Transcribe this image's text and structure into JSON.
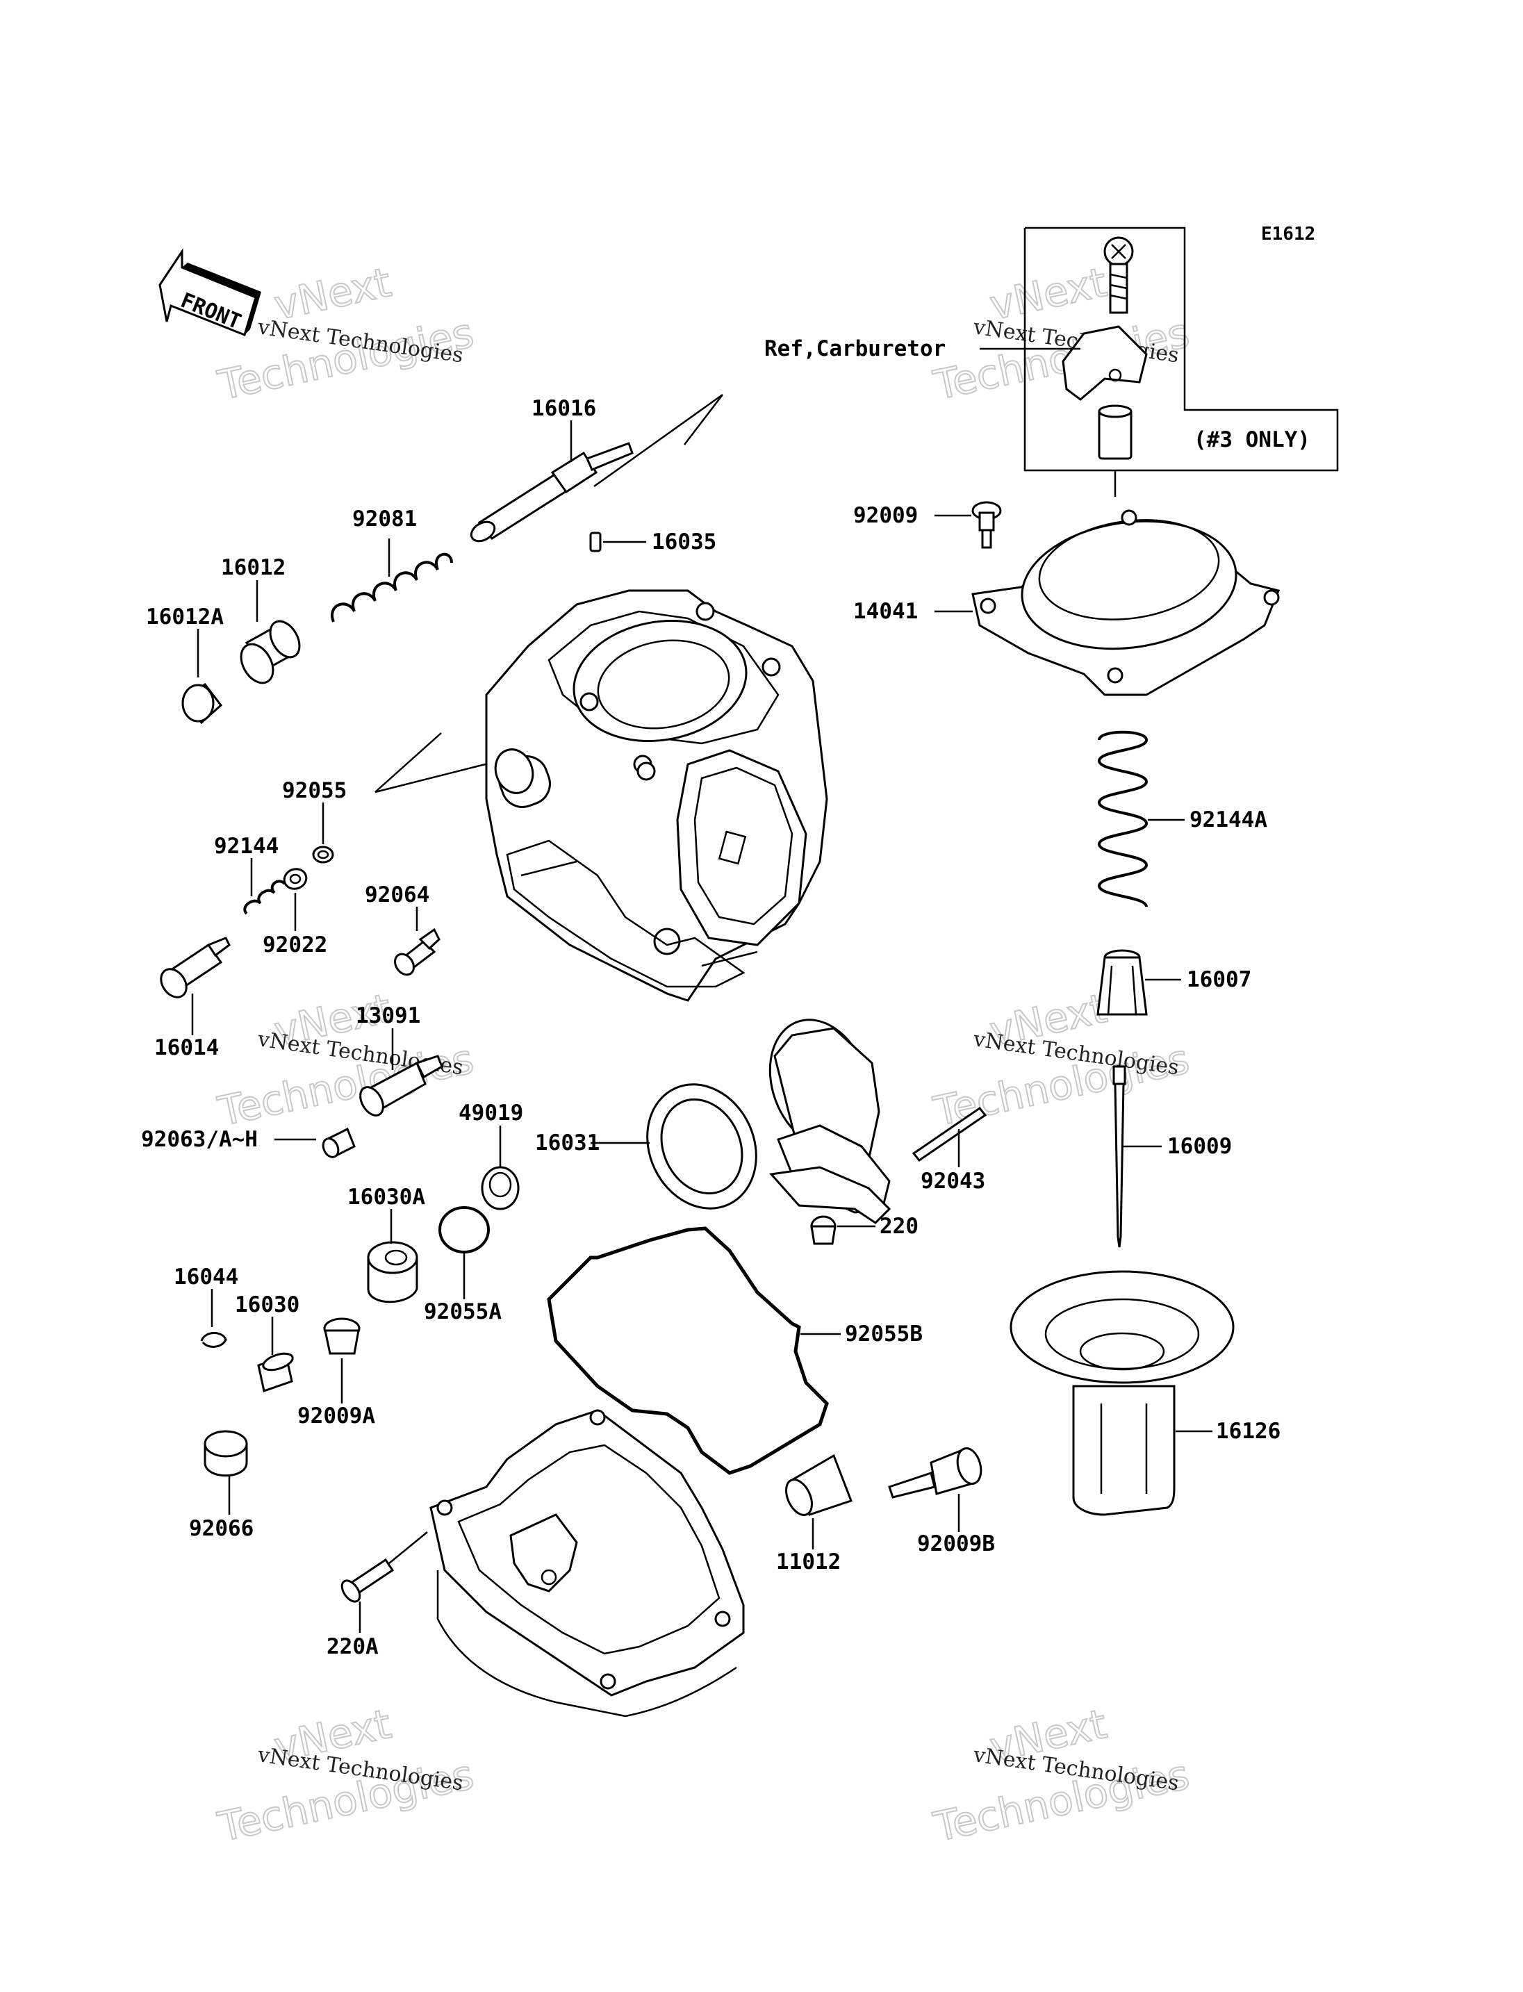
{
  "diagram_code": "E1612",
  "front_label": "FRONT",
  "ref_label": "Ref,Carburetor",
  "note_label": "(#3 ONLY)",
  "watermarks": {
    "line1": "vNext Technologies",
    "line2": "vNext",
    "line3": "Technologies"
  },
  "parts": {
    "p16016": "16016",
    "p92081": "92081",
    "p16012": "16012",
    "p16012A": "16012A",
    "p16035": "16035",
    "p92009": "92009",
    "p14041": "14041",
    "p92055": "92055",
    "p92144": "92144",
    "p92022": "92022",
    "p92064": "92064",
    "p16014": "16014",
    "p13091": "13091",
    "p92063": "92063/A~H",
    "p49019": "49019",
    "p16031": "16031",
    "p92144A": "92144A",
    "p16007": "16007",
    "p16009": "16009",
    "p92043": "92043",
    "p220": "220",
    "p16030A": "16030A",
    "p92055A": "92055A",
    "p92055B": "92055B",
    "p16044": "16044",
    "p16030": "16030",
    "p92009A": "92009A",
    "p92066": "92066",
    "p220A": "220A",
    "p11012": "11012",
    "p92009B": "92009B",
    "p16126": "16126"
  }
}
